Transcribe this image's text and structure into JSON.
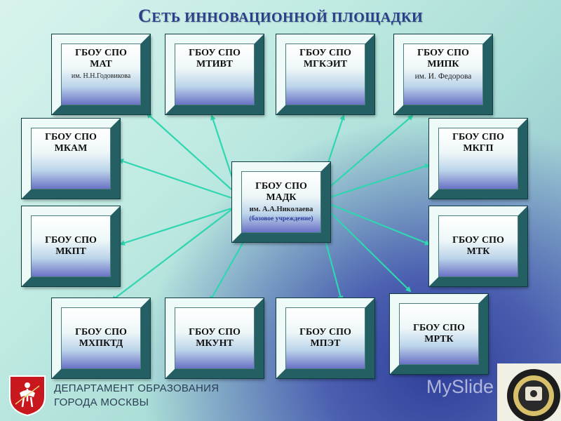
{
  "title": {
    "first_letter": "С",
    "rest": "ЕТЬ ИННОВАЦИОННОЙ ПЛОЩАДКИ"
  },
  "center": {
    "line1": "ГБОУ СПО",
    "line2": "МАДК",
    "line3": "им. А.А.Николаева",
    "line4": "(базовое учреждение)"
  },
  "nodes": [
    {
      "line1": "ГБОУ СПО",
      "line2": "МАТ",
      "line3": "им. Н.Н.Годовикова"
    },
    {
      "line1": "ГБОУ СПО",
      "line2": "МТИВТ"
    },
    {
      "line1": "ГБОУ СПО",
      "line2": "МГКЭИТ"
    },
    {
      "line1": "ГБОУ СПО",
      "line2": "МИПК",
      "line3": "им. И. Федорова"
    },
    {
      "line1": "ГБОУ СПО",
      "line2": "МКАМ"
    },
    {
      "line1": "ГБОУ СПО",
      "line2": "МКГП"
    },
    {
      "line1": "ГБОУ СПО",
      "line2": "МКПТ"
    },
    {
      "line1": "ГБОУ СПО",
      "line2": "МТК"
    },
    {
      "line1": "ГБОУ СПО",
      "line2": "МХПКТД"
    },
    {
      "line1": "ГБОУ СПО",
      "line2": "МКУНТ"
    },
    {
      "line1": "ГБОУ СПО",
      "line2": "МПЭТ"
    },
    {
      "line1": "ГБОУ СПО",
      "line2": "МРТК"
    }
  ],
  "footer": {
    "dept_line1": "ДЕПАРТАМЕНТ ОБРАЗОВАНИЯ",
    "dept_line2": "ГОРОДА МОСКВЫ"
  },
  "watermark": "MySlide",
  "colors": {
    "arrow": "#2fd6b0",
    "title": "#2a3f8c",
    "box_bevel_light": "#eefaf8",
    "box_bevel_dark": "#245f63"
  },
  "icons": {
    "emblem": "moscow-coat-of-arms-icon",
    "seal": "college-seal-emblem"
  }
}
